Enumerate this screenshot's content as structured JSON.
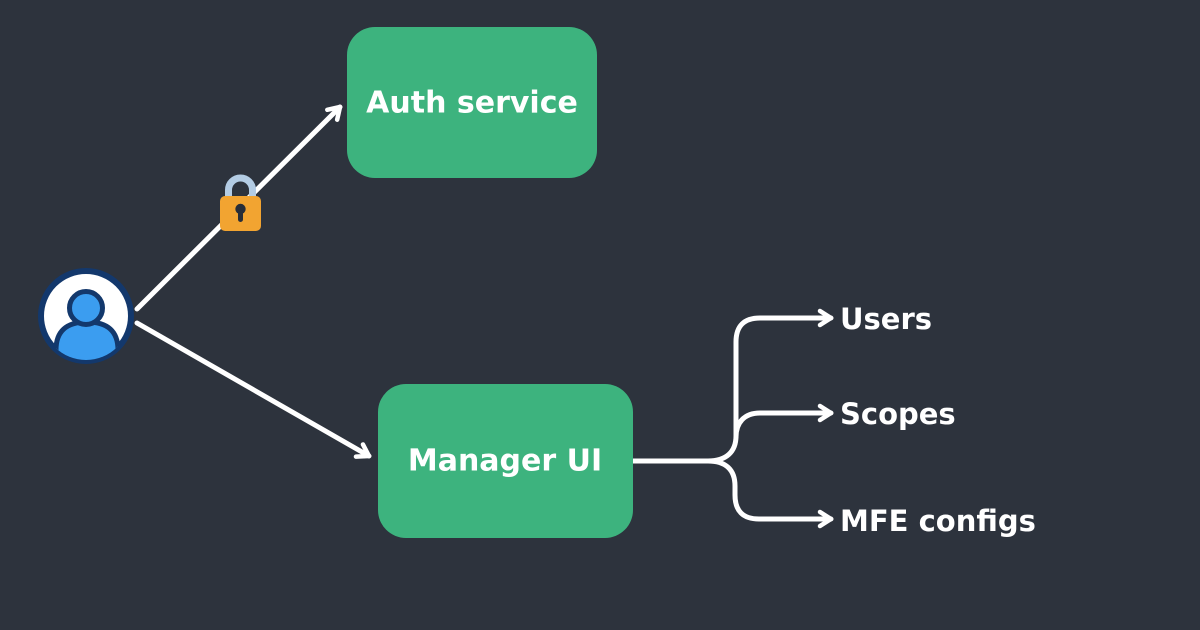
{
  "diagram": {
    "type": "flowchart",
    "background_color": "#2d333d",
    "node_fill_color": "#3db37e",
    "line_color": "#ffffff",
    "text_color": "#ffffff",
    "actor": {
      "icon": "user-avatar-icon",
      "colors": {
        "person": "#3b9df0",
        "outline": "#13386c",
        "circle_fill": "#ffffff"
      }
    },
    "lock": {
      "icon": "padlock-icon",
      "colors": {
        "body": "#f2a431",
        "shackle": "#b3cce4",
        "keyhole": "#272d38"
      }
    },
    "nodes": {
      "auth": {
        "label": "Auth service"
      },
      "manager": {
        "label": "Manager UI"
      }
    },
    "outputs": {
      "users": {
        "label": "Users"
      },
      "scopes": {
        "label": "Scopes"
      },
      "mfe": {
        "label": "MFE configs"
      }
    },
    "edges": [
      {
        "from": "user",
        "to": "Auth service",
        "secured": true
      },
      {
        "from": "user",
        "to": "Manager UI"
      },
      {
        "from": "Manager UI",
        "to": "Users"
      },
      {
        "from": "Manager UI",
        "to": "Scopes"
      },
      {
        "from": "Manager UI",
        "to": "MFE configs"
      }
    ]
  }
}
